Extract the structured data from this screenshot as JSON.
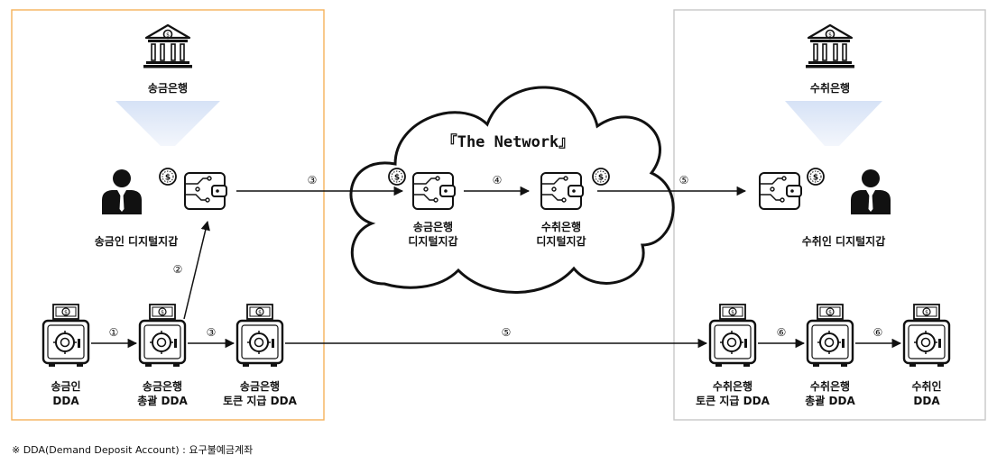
{
  "panels": {
    "sender_bank": "송금은행",
    "receiver_bank": "수취은행"
  },
  "network": {
    "title": "『The Network』",
    "sender_wallet": [
      "송금은행",
      "디지털지갑"
    ],
    "receiver_wallet": [
      "수취은행",
      "디지털지갑"
    ]
  },
  "wallets": {
    "sender": "송금인 디지털지갑",
    "receiver": "수취인 디지털지갑"
  },
  "dda": {
    "sender": [
      "송금인",
      "DDA"
    ],
    "sender_omnibus": [
      "송금은행",
      "총괄 DDA"
    ],
    "sender_token": [
      "송금은행",
      "토큰 지급 DDA"
    ],
    "receiver_token": [
      "수취은행",
      "토큰 지급 DDA"
    ],
    "receiver_omnibus": [
      "수취은행",
      "총괄 DDA"
    ],
    "receiver": [
      "수취인",
      "DDA"
    ]
  },
  "steps": {
    "s1": "①",
    "s2": "②",
    "s3a": "③",
    "s3b": "③",
    "s4": "④",
    "s5a": "⑤",
    "s5b": "⑤",
    "s6a": "⑥",
    "s6b": "⑥"
  },
  "footnote": "※ DDA(Demand Deposit Account) : 요구불예금계좌",
  "colors": {
    "sender_panel_border": "#f5b25a",
    "receiver_panel_border": "#c8c8c8",
    "funnel_top": "#dfe8f8",
    "funnel_bottom": "#f4f6fb"
  }
}
